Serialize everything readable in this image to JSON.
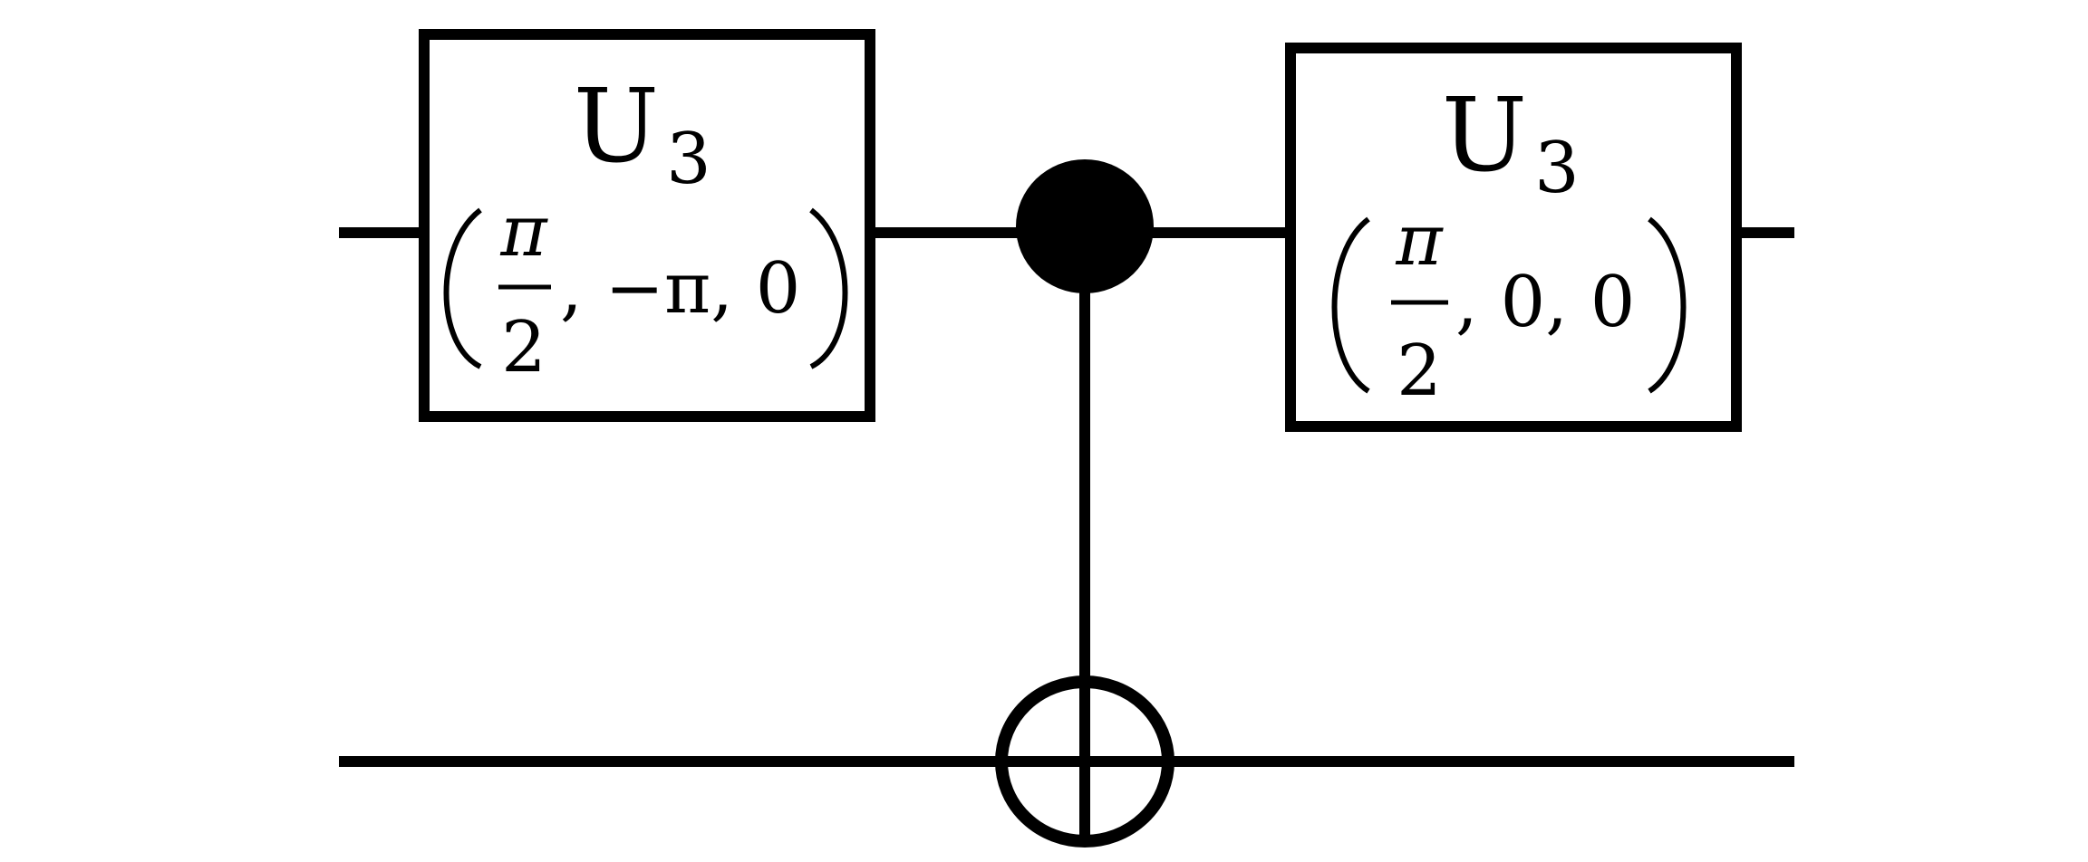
{
  "colors": {
    "background": "#ffffff",
    "ink": "#000000"
  },
  "circuit": {
    "wires": [
      "qubit-0",
      "qubit-1"
    ],
    "gates": [
      {
        "type": "U3",
        "name": "U",
        "subscript": "3",
        "params": {
          "frac_num": "π",
          "frac_den": "2",
          "rest": ", −π, 0"
        },
        "target_wire": 0
      },
      {
        "type": "CNOT",
        "control_wire": 0,
        "target_wire": 1,
        "control_symbol": "filled-dot",
        "target_symbol": "oplus"
      },
      {
        "type": "U3",
        "name": "U",
        "subscript": "3",
        "params": {
          "frac_num": "π",
          "frac_den": "2",
          "rest": ", 0, 0"
        },
        "target_wire": 0
      }
    ]
  }
}
